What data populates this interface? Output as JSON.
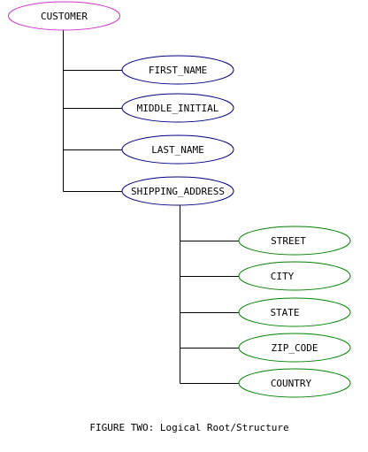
{
  "diagram": {
    "root": {
      "label": "CUSTOMER",
      "color": "#cc33cc"
    },
    "level1": [
      {
        "label": "FIRST_NAME",
        "color": "#000080"
      },
      {
        "label": "MIDDLE_INITIAL",
        "color": "#000080"
      },
      {
        "label": "LAST_NAME",
        "color": "#000080"
      },
      {
        "label": "SHIPPING_ADDRESS",
        "color": "#000080"
      }
    ],
    "level2": [
      {
        "label": "STREET",
        "color": "#008000"
      },
      {
        "label": "CITY",
        "color": "#008000"
      },
      {
        "label": "STATE",
        "color": "#008000"
      },
      {
        "label": "ZIP_CODE",
        "color": "#008000"
      },
      {
        "label": "COUNTRY",
        "color": "#008000"
      }
    ],
    "caption": "FIGURE TWO: Logical Root/Structure"
  }
}
